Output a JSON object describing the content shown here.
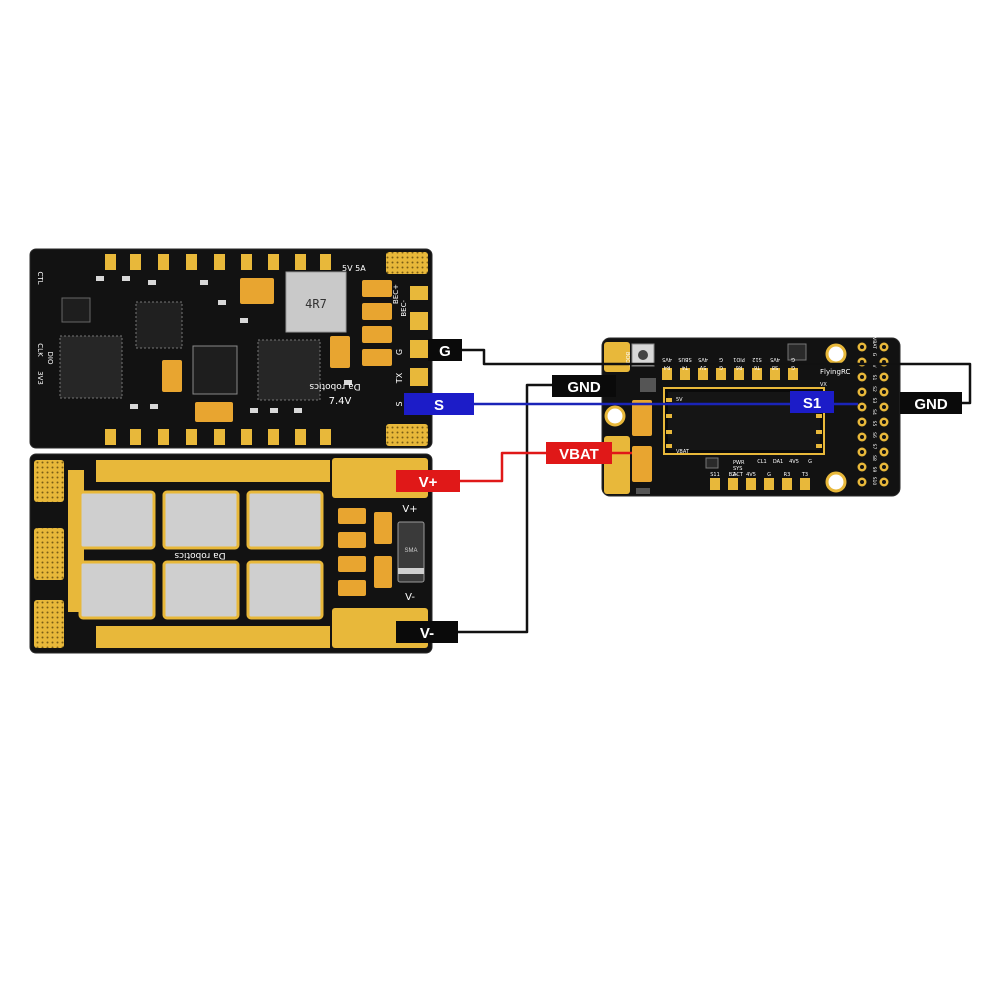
{
  "esc_board": {
    "silk_top": "5V 5A",
    "inductor": "4R7",
    "bec_plus": "BEC+",
    "bec_minus": "BEC-",
    "pin_g": "G",
    "pin_tx": "TX",
    "pin_s": "S",
    "ctl": "CTL",
    "dio": "DIO",
    "clk": "CLK",
    "v33": "3V3",
    "brand": "Da robotics",
    "voltage": "7.4V"
  },
  "power_board": {
    "brand": "Da robotics",
    "v_plus": "V+",
    "v_minus": "V-",
    "diode_code": "SMA"
  },
  "fc_board": {
    "brand": "FlyingRC",
    "top_pins": [
      "4V5",
      "SBUS",
      "4V5",
      "G",
      "PIO1",
      "S12",
      "4V5",
      "G"
    ],
    "top_row2": [
      "R4",
      "T4",
      "5V",
      "G",
      "R6",
      "T6",
      "S8",
      "G"
    ],
    "vx": "VX",
    "in_5v": "5V",
    "vbat_label": "VBAT",
    "status_pwr": "PWR",
    "status_sys": "SYS",
    "status_act": "ACT",
    "bottom_row1": [
      "CL1",
      "DA1",
      "4V5",
      "G"
    ],
    "bottom_row2": [
      "S11",
      "BZ-",
      "4V5",
      "G",
      "R3",
      "T3"
    ],
    "right_pins": [
      "VBAT",
      "G",
      "V",
      "S1",
      "S2",
      "S3",
      "S4",
      "S5",
      "S6",
      "S7",
      "S8",
      "S9",
      "S10"
    ],
    "boot": "BOOT"
  },
  "tags": {
    "g": "G",
    "gnd_top": "GND",
    "s": "S",
    "s1": "S1",
    "gnd_right": "GND",
    "vbat": "VBAT",
    "v_plus": "V+",
    "v_minus": "V-"
  },
  "colors": {
    "pcb": "#0f0f0f",
    "gold": "#e8b83a",
    "signal_wire": "#1a24b8",
    "power_wire": "#e01818",
    "ground_wire": "#111111",
    "tag_red": "#e01818",
    "tag_blue": "#1c1cc8",
    "tag_black": "#0a0a0a"
  }
}
